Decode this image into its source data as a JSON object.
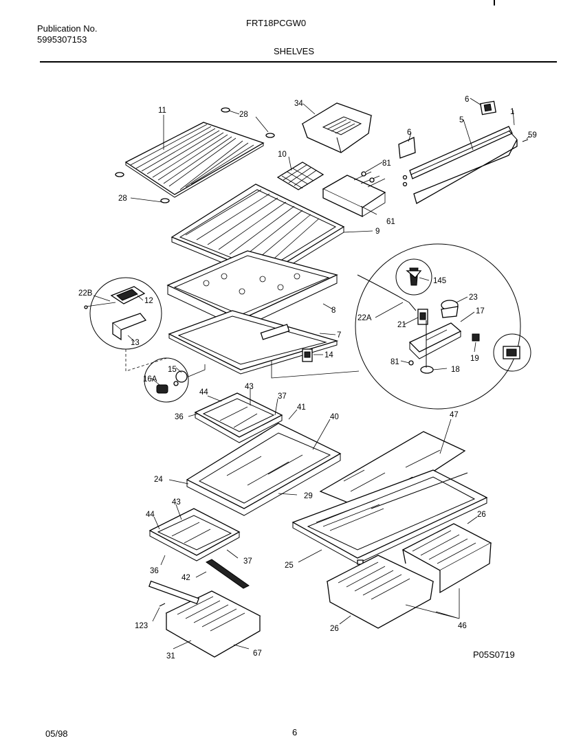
{
  "header": {
    "publication_label": "Publication No.",
    "publication_number": "5995307153",
    "model": "FRT18PCGW0",
    "section": "SHELVES"
  },
  "figure_code": "P05S0719",
  "footer": {
    "date": "05/98",
    "page": "6"
  },
  "callouts": {
    "c1": "1",
    "c5": "5",
    "c6a": "6",
    "c6b": "6",
    "c59": "59",
    "c81a": "81",
    "c61": "61",
    "c34": "34",
    "c11": "11",
    "c28a": "28",
    "c28b": "28",
    "c10": "10",
    "c9": "9",
    "c8": "8",
    "c7": "7",
    "c14": "14",
    "c22b": "22B",
    "c12": "12",
    "c13": "13",
    "c15": "15",
    "c16a": "16A",
    "c145": "145",
    "c23": "23",
    "c22a": "22A",
    "c21": "21",
    "c17": "17",
    "c81b": "81",
    "c18": "18",
    "c19": "19",
    "c43a": "43",
    "c44a": "44",
    "c37a": "37",
    "c41": "41",
    "c40": "40",
    "c36a": "36",
    "c24": "24",
    "c29": "29",
    "c47": "47",
    "c43b": "43",
    "c44b": "44",
    "c37b": "37",
    "c36b": "36",
    "c26a": "26",
    "c25": "25",
    "c42": "42",
    "c123": "123",
    "c31": "31",
    "c67": "67",
    "c26b": "26",
    "c46": "46"
  }
}
